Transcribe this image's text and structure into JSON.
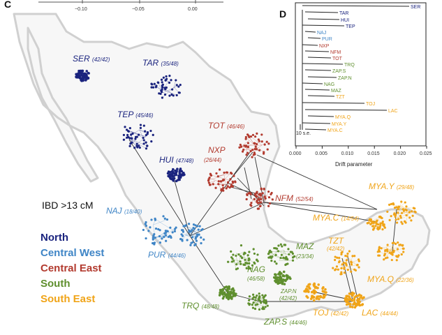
{
  "panel_c": {
    "letter": "C",
    "axis_ticks": [
      "−0.10",
      "−0.05",
      "0.00"
    ],
    "ibd_label": "IBD >13 cM",
    "legend": [
      {
        "label": "North",
        "color": "#1a237e"
      },
      {
        "label": "Central West",
        "color": "#3f85c6"
      },
      {
        "label": "Central East",
        "color": "#b23a2e"
      },
      {
        "label": "South",
        "color": "#5f8f2e"
      },
      {
        "label": "South East",
        "color": "#f0a418"
      }
    ],
    "populations": [
      {
        "code": "SER",
        "count": "(42/42)",
        "region": "North"
      },
      {
        "code": "TAR",
        "count": "(35/48)",
        "region": "North"
      },
      {
        "code": "TEP",
        "count": "(45/46)",
        "region": "North"
      },
      {
        "code": "HUI",
        "count": "(47/48)",
        "region": "North"
      },
      {
        "code": "NAJ",
        "count": "(18/40)",
        "region": "Central West"
      },
      {
        "code": "PUR",
        "count": "(44/46)",
        "region": "Central West"
      },
      {
        "code": "TOT",
        "count": "(46/46)",
        "region": "Central East"
      },
      {
        "code": "NXP",
        "count": "(26/44)",
        "region": "Central East"
      },
      {
        "code": "NFM",
        "count": "(52/54)",
        "region": "Central East"
      },
      {
        "code": "MAZ",
        "count": "(23/34)",
        "region": "South"
      },
      {
        "code": "NAG",
        "count": "(46/58)",
        "region": "South"
      },
      {
        "code": "ZAP.N",
        "count": "(42/42)",
        "region": "South"
      },
      {
        "code": "TRQ",
        "count": "(48/48)",
        "region": "South"
      },
      {
        "code": "ZAP.S",
        "count": "(44/46)",
        "region": "South"
      },
      {
        "code": "MYA.Y",
        "count": "(29/48)",
        "region": "South East"
      },
      {
        "code": "MYA.C",
        "count": "(14/54)",
        "region": "South East"
      },
      {
        "code": "TZT",
        "count": "(42/42)",
        "region": "South East"
      },
      {
        "code": "MYA.Q",
        "count": "(22/36)",
        "region": "South East"
      },
      {
        "code": "TOJ",
        "count": "(42/42)",
        "region": "South East"
      },
      {
        "code": "LAC",
        "count": "(44/44)",
        "region": "South East"
      }
    ]
  },
  "panel_d": {
    "letter": "D",
    "axis_label": "Drift parameter",
    "ticks": [
      "0.000",
      "0.005",
      "0.010",
      "0.015",
      "0.020",
      "0.025"
    ],
    "scale_label": "10 s.e.",
    "tips": [
      {
        "label": "SER",
        "color": "#1a237e"
      },
      {
        "label": "TAR",
        "color": "#1a237e"
      },
      {
        "label": "HUI",
        "color": "#1a237e"
      },
      {
        "label": "TEP",
        "color": "#1a237e"
      },
      {
        "label": "NAJ",
        "color": "#3f85c6"
      },
      {
        "label": "PUR",
        "color": "#3f85c6"
      },
      {
        "label": "NXP",
        "color": "#b23a2e"
      },
      {
        "label": "NFM",
        "color": "#b23a2e"
      },
      {
        "label": "TOT",
        "color": "#b23a2e"
      },
      {
        "label": "TRQ",
        "color": "#5f8f2e"
      },
      {
        "label": "ZAP.S",
        "color": "#5f8f2e"
      },
      {
        "label": "ZAP.N",
        "color": "#5f8f2e"
      },
      {
        "label": "NAG",
        "color": "#5f8f2e"
      },
      {
        "label": "MAZ",
        "color": "#5f8f2e"
      },
      {
        "label": "TZT",
        "color": "#f0a418"
      },
      {
        "label": "TOJ",
        "color": "#f0a418"
      },
      {
        "label": "LAC",
        "color": "#f0a418"
      },
      {
        "label": "MYA.Q",
        "color": "#f0a418"
      },
      {
        "label": "MYA.Y",
        "color": "#f0a418"
      },
      {
        "label": "MYA.C",
        "color": "#f0a418"
      }
    ]
  }
}
